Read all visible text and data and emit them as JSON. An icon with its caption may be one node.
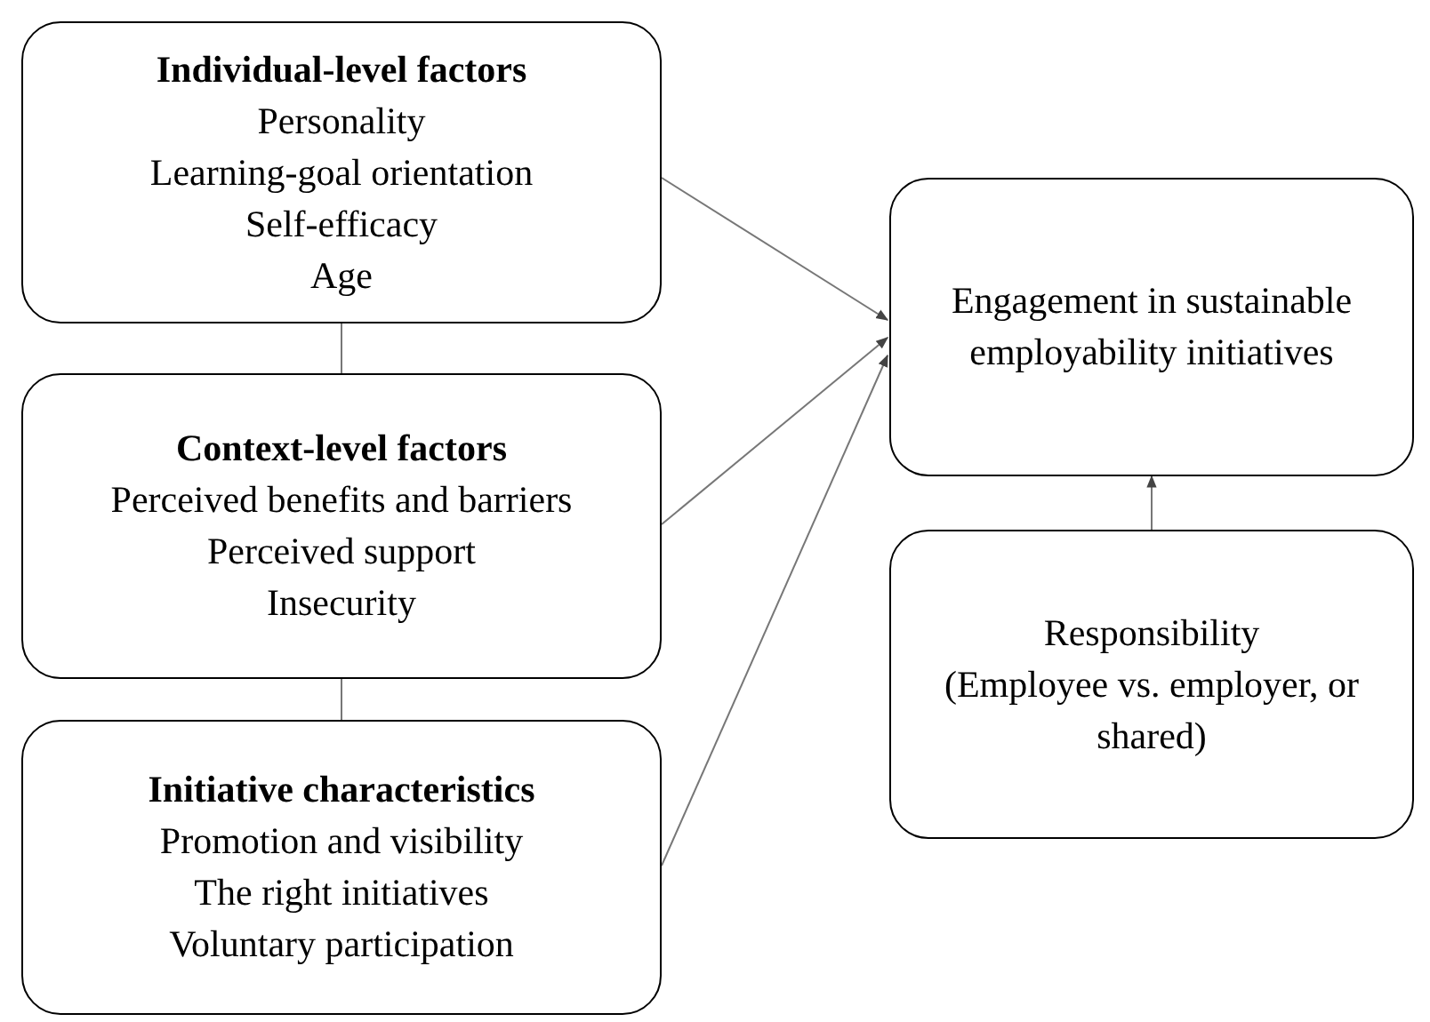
{
  "diagram": {
    "nodes": [
      {
        "text": [
          "Individual-level factors",
          "Personality",
          "Learning-goal orientation",
          "Self-efficacy",
          "Age"
        ]
      },
      {
        "text": [
          "Context-level factors",
          "Perceived benefits and barriers",
          "Perceived support",
          "Insecurity"
        ]
      },
      {
        "text": [
          "Initiative characteristics",
          "Promotion and visibility",
          "The right initiatives",
          "Voluntary participation"
        ]
      },
      {
        "text": [
          "Engagement in sustainable employability initiatives"
        ]
      },
      {
        "text": [
          "Responsibility",
          "(Employee vs. employer, or shared)"
        ]
      }
    ],
    "edges": [
      {
        "from": 0,
        "to": 1,
        "arrow": "none"
      },
      {
        "from": 1,
        "to": 2,
        "arrow": "none"
      },
      {
        "from": 0,
        "to": 3,
        "arrow": "to"
      },
      {
        "from": 1,
        "to": 3,
        "arrow": "to"
      },
      {
        "from": 2,
        "to": 3,
        "arrow": "to"
      },
      {
        "from": 4,
        "to": 3,
        "arrow": "to"
      }
    ]
  }
}
